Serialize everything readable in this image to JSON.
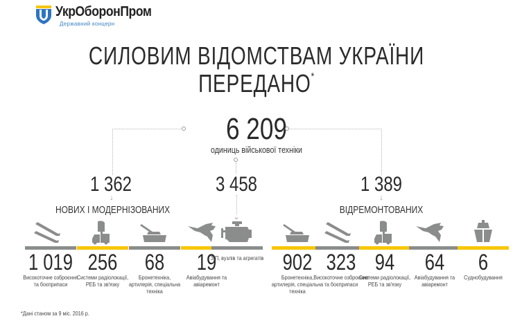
{
  "logo": {
    "name": "УкрОборонПром",
    "subtitle": "Державний концерн"
  },
  "title": {
    "line1": "СИЛОВИМ ВІДОМСТВАМ УКРАЇНИ",
    "line2": "ПЕРЕДАНО",
    "asterisk": "*"
  },
  "total": {
    "value": "6 209",
    "label": "одиниць військової техніки"
  },
  "groups": {
    "new": {
      "value": "1 362",
      "label": "НОВИХ І МОДЕРНІЗОВАНИХ"
    },
    "parts": {
      "value": "3 458"
    },
    "repaired": {
      "value": "1 389",
      "label": "ВІДРЕМОНТОВАНИХ"
    }
  },
  "colors": {
    "gray": "#8b8d8c",
    "yellow": "#f7c600",
    "logo_blue": "#3b83c5",
    "logo_yellow": "#f7c600"
  },
  "items": [
    {
      "value": "1 019",
      "desc": "Високоточне озброєння та боєприпаси",
      "icon": "missiles-icon",
      "bar": "gray"
    },
    {
      "value": "256",
      "desc": "Системи радіолокації, РЕБ та зв'язку",
      "icon": "radar-truck-icon",
      "bar": "yellow"
    },
    {
      "value": "68",
      "desc": "Бронетехніка, артилерія, спеціальна техніка",
      "icon": "tank-icon",
      "bar": "gray"
    },
    {
      "value": "19",
      "desc": "Авіабудування та авіаремонт",
      "icon": "jet-icon",
      "bar": "yellow"
    },
    {
      "value": "",
      "desc": "ЗІП, вузлів та агрегатів",
      "icon": "engine-icon",
      "bar": "gray"
    },
    {
      "value": "902",
      "desc": "Бронетехніка, артилерія, спеціальна техніка",
      "icon": "tank-icon",
      "bar": "yellow"
    },
    {
      "value": "323",
      "desc": "Високоточне озброєння та боєприпаси",
      "icon": "missiles-icon",
      "bar": "gray"
    },
    {
      "value": "94",
      "desc": "Системи радіолокації, РЕБ та зв'язку",
      "icon": "radar-truck-icon",
      "bar": "yellow"
    },
    {
      "value": "64",
      "desc": "Авіабудування та авіаремонт",
      "icon": "jet-icon",
      "bar": "gray"
    },
    {
      "value": "6",
      "desc": "Суднобудування",
      "icon": "ship-icon",
      "bar": "yellow"
    }
  ],
  "footnote": "*Дані станом за 9 міс. 2016 р."
}
